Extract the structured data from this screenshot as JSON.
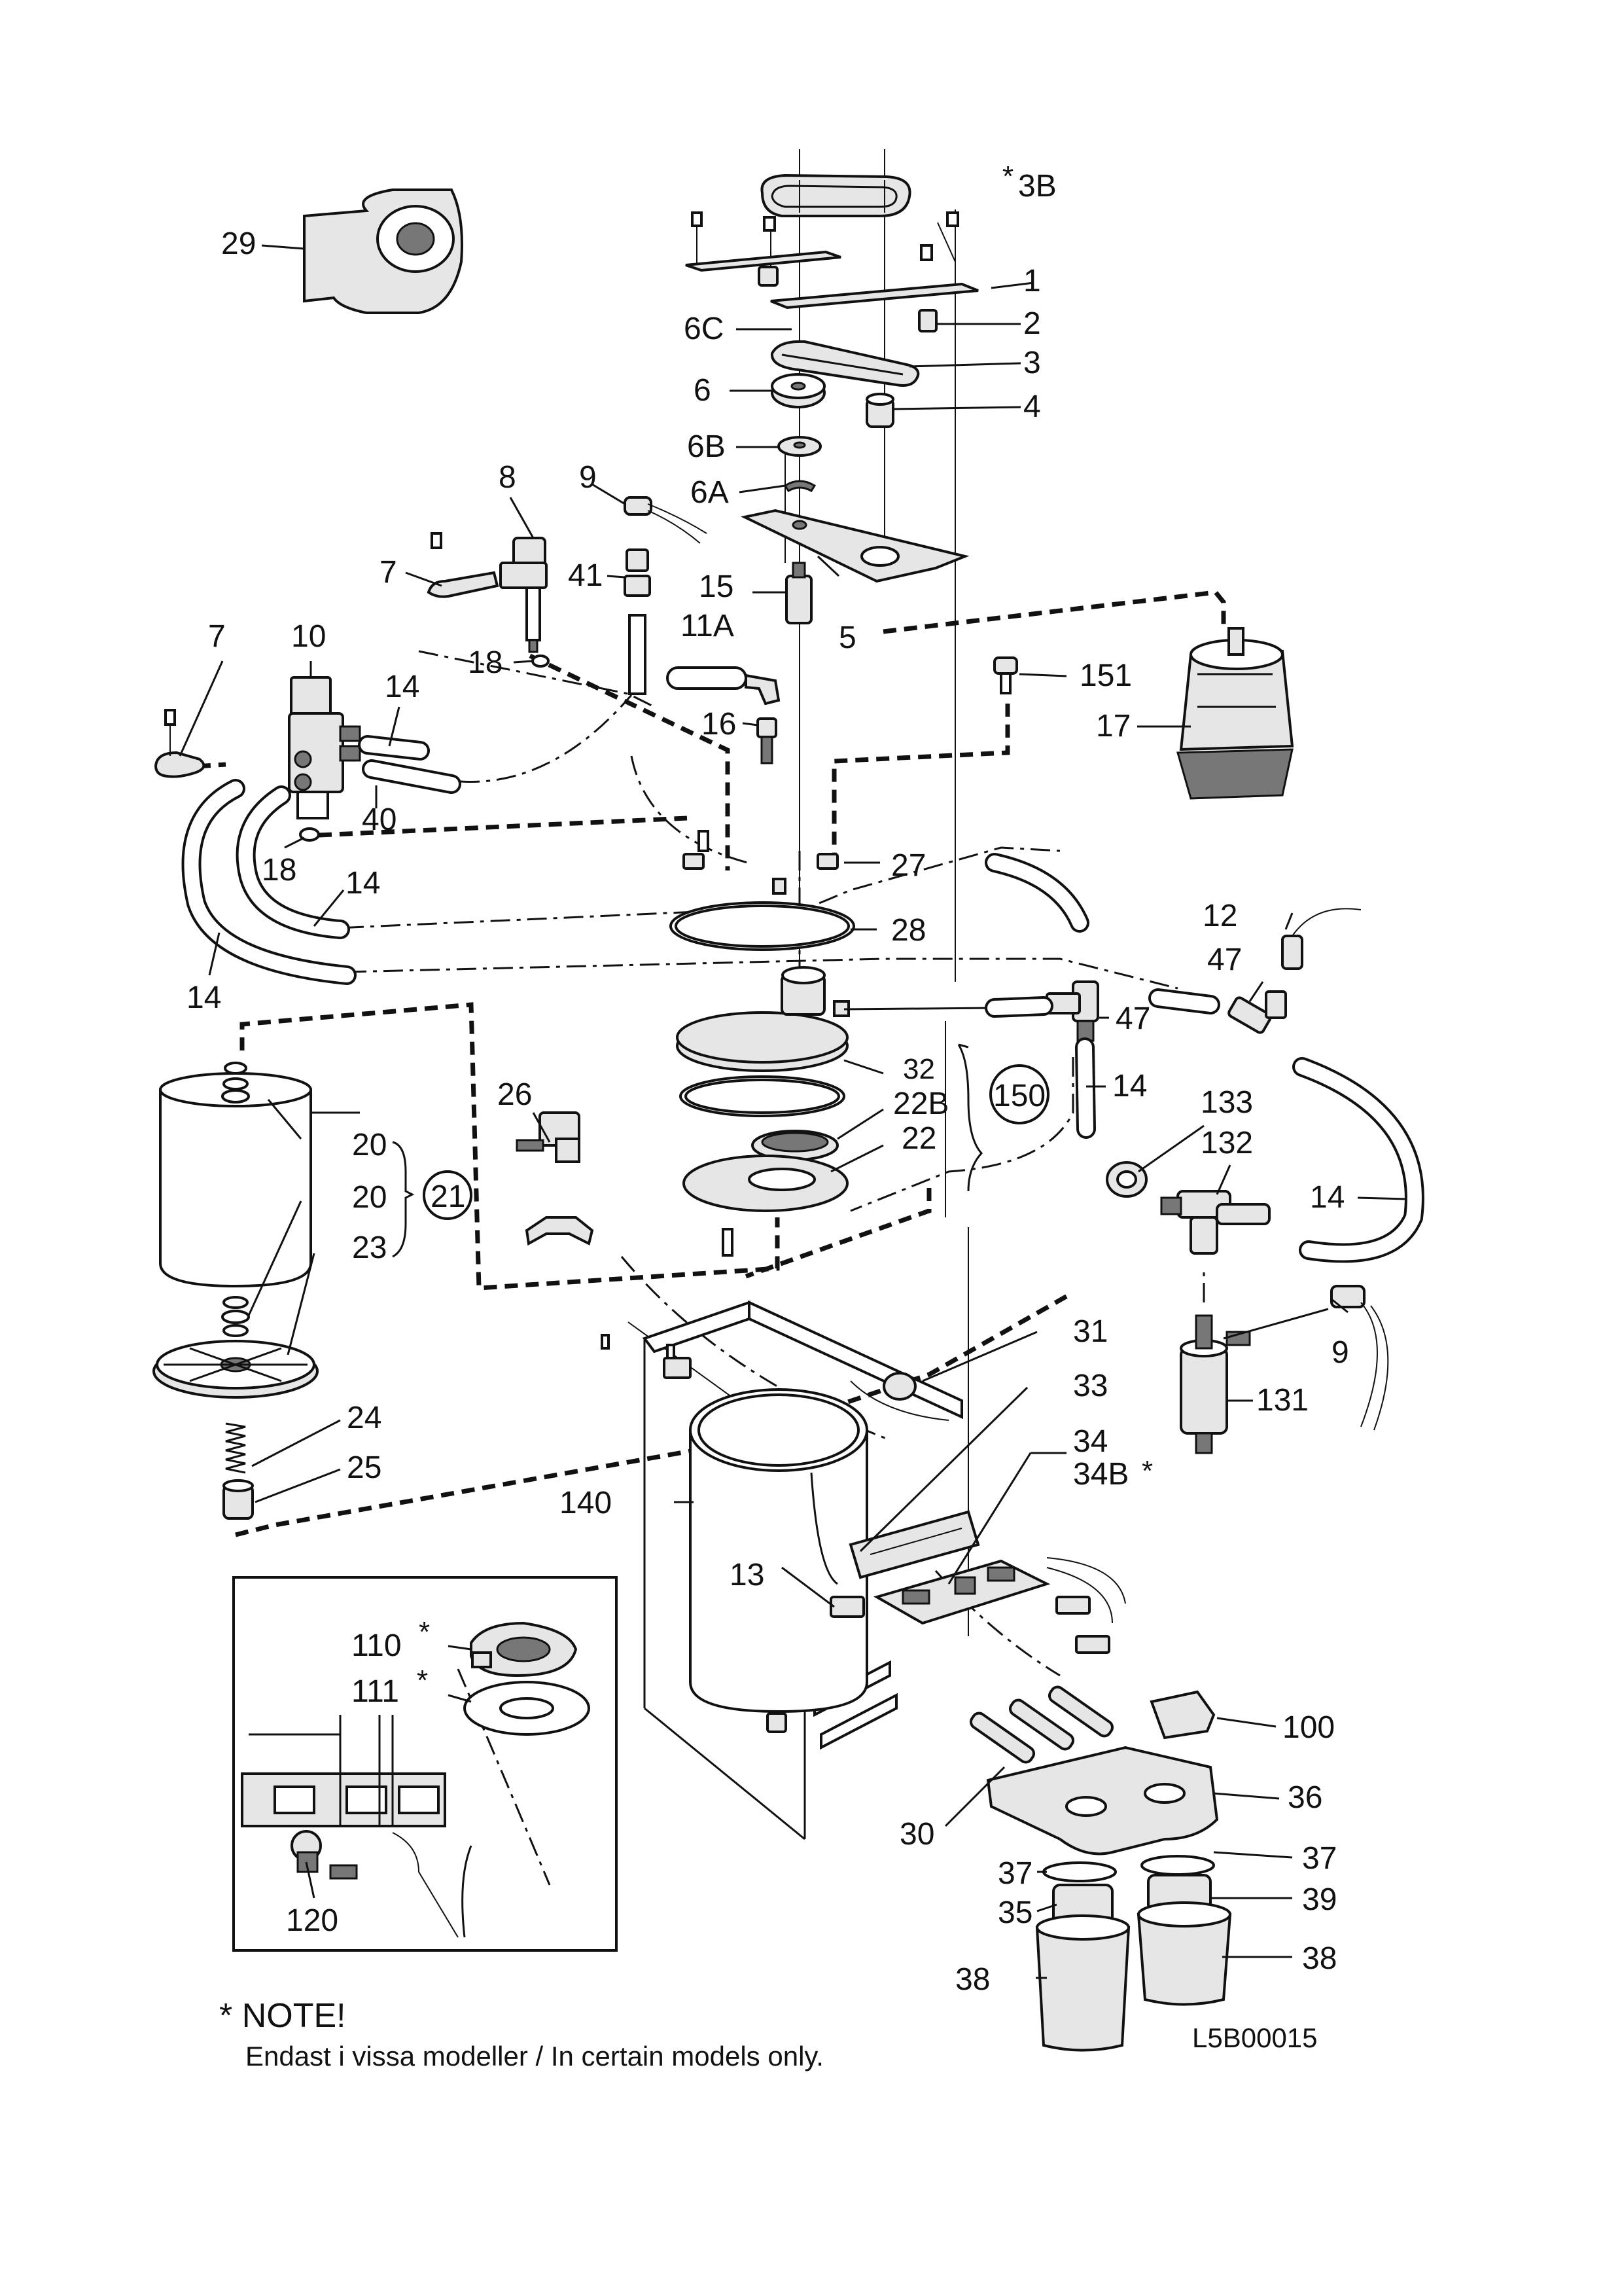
{
  "labels": {
    "l_3B": "3B",
    "l_3B_star": "*",
    "l_1": "1",
    "l_2": "2",
    "l_3": "3",
    "l_4": "4",
    "l_6C": "6C",
    "l_6": "6",
    "l_6B": "6B",
    "l_6A": "6A",
    "l_29": "29",
    "l_8": "8",
    "l_9a": "9",
    "l_7a": "7",
    "l_41": "41",
    "l_15": "15",
    "l_11A": "11A",
    "l_5": "5",
    "l_18a": "18",
    "l_151": "151",
    "l_17": "17",
    "l_7b": "7",
    "l_10": "10",
    "l_14a": "14",
    "l_16": "16",
    "l_40": "40",
    "l_18b": "18",
    "l_14b": "14",
    "l_14c": "14",
    "l_27": "27",
    "l_28": "28",
    "l_12": "12",
    "l_47a": "47",
    "l_47b": "47",
    "l_32": "32",
    "l_22B": "22B",
    "l_22": "22",
    "l_150": "150",
    "l_14d": "14",
    "l_133": "133",
    "l_132": "132",
    "l_14e": "14",
    "l_26": "26",
    "l_20a": "20",
    "l_20b": "20",
    "l_21": "21",
    "l_23": "23",
    "l_9b": "9",
    "l_131": "131",
    "l_31": "31",
    "l_33": "33",
    "l_34": "34",
    "l_34B": "34B",
    "l_34B_star": "*",
    "l_24": "24",
    "l_25": "25",
    "l_140": "140",
    "l_13": "13",
    "l_110": "110",
    "l_110_star": "*",
    "l_111": "111",
    "l_111_star": "*",
    "l_120": "120",
    "l_100": "100",
    "l_36": "36",
    "l_30": "30",
    "l_37a": "37",
    "l_37b": "37",
    "l_35": "35",
    "l_39": "39",
    "l_38a": "38",
    "l_38b": "38"
  },
  "note": {
    "star": "*",
    "title": "NOTE!",
    "text": "Endast i vissa modeller /  In certain models only."
  },
  "drawing_code": "L5B00015"
}
